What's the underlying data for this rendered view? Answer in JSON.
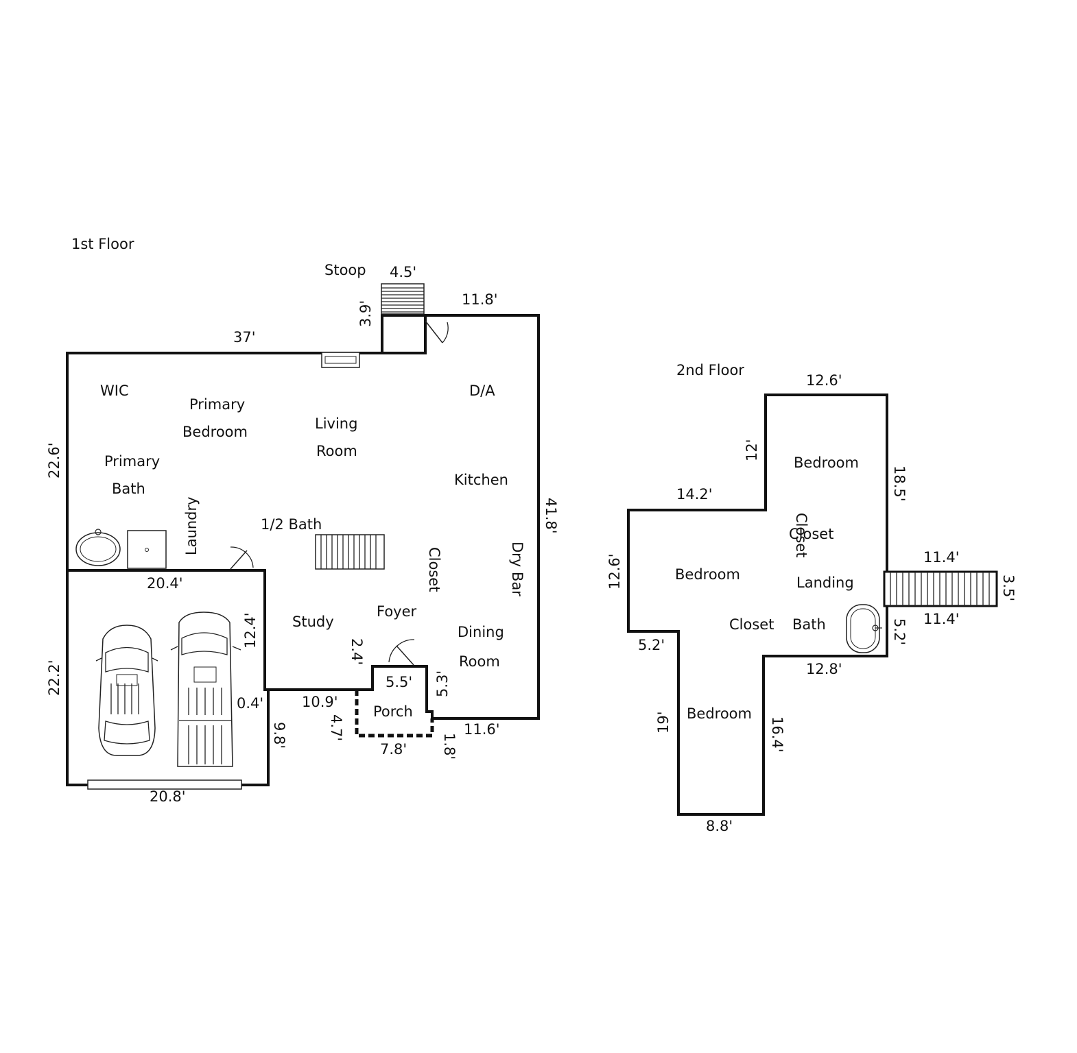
{
  "floors": {
    "first": {
      "title": "1st Floor",
      "rooms": {
        "stoop": "Stoop",
        "wic": "WIC",
        "primary_bedroom": [
          "Primary",
          "Bedroom"
        ],
        "living_room": [
          "Living",
          "Room"
        ],
        "da": "D/A",
        "primary_bath": [
          "Primary",
          "Bath"
        ],
        "kitchen": "Kitchen",
        "laundry": "Laundry",
        "half_bath": "1/2 Bath",
        "closet": "Closet",
        "dry_bar": "Dry Bar",
        "study": "Study",
        "foyer": "Foyer",
        "dining_room": [
          "Dining",
          "Room"
        ],
        "porch": "Porch"
      },
      "dimensions": {
        "stoop_width": "4.5'",
        "stoop_depth": "3.9'",
        "top_right": "11.8'",
        "top_left": "37'",
        "left_upper": "22.6'",
        "right": "41.8'",
        "garage_top": "20.4'",
        "garage_inner": "12.4'",
        "garage_left": "22.2'",
        "garage_jog": "0.4'",
        "garage_right": "9.8'",
        "garage_bottom": "20.8'",
        "study_bottom": "10.9'",
        "foyer_jog": "2.4'",
        "porch_top": "5.5'",
        "porch_right": "5.3'",
        "porch_left": "4.7'",
        "porch_bottom": "7.8'",
        "step_jog": "1.8'",
        "dining_bottom": "11.6'"
      }
    },
    "second": {
      "title": "2nd Floor",
      "rooms": {
        "bedroom_top": "Bedroom",
        "closet_vertical": "Closet",
        "closet_horizontal": "Closet",
        "bedroom_left": "Bedroom",
        "landing": "Landing",
        "closet_lower": "Closet",
        "bath": "Bath",
        "bedroom_bottom": "Bedroom"
      },
      "dimensions": {
        "top": "12.6'",
        "upper_left": "12'",
        "right_upper": "18.5'",
        "left_top": "14.2'",
        "left_side": "12.6'",
        "stair_top": "11.4'",
        "stair_end": "3.5'",
        "stair_bottom": "11.4'",
        "right_lower": "5.2'",
        "left_step": "5.2'",
        "right_bottom_top": "12.8'",
        "bottom_left": "19'",
        "bottom_right": "16.4'",
        "bottom": "8.8'"
      }
    }
  }
}
